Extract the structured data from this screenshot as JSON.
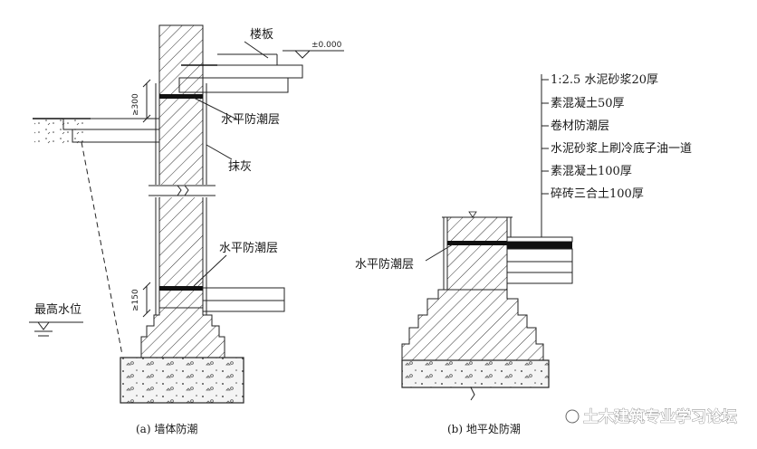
{
  "figure_a": {
    "floor_slab_label": "楼板",
    "elevation": "±0.000",
    "dpc_upper": "水平防潮层",
    "plaster": "抹灰",
    "dpc_lower": "水平防潮层",
    "highest_water": "最高水位",
    "dim_upper": "≥300",
    "dim_lower": "≥150",
    "caption": "(a) 墙体防潮"
  },
  "figure_b": {
    "layers": [
      "1:2.5 水泥砂浆20厚",
      "素混凝土50厚",
      "卷材防潮层",
      "水泥砂浆上刷冷底子油一道",
      "素混凝土100厚",
      "碎砖三合土100厚"
    ],
    "dpc_label": "水平防潮层",
    "caption": "(b) 地平处防潮"
  },
  "watermark": "土木建筑专业学习论坛"
}
